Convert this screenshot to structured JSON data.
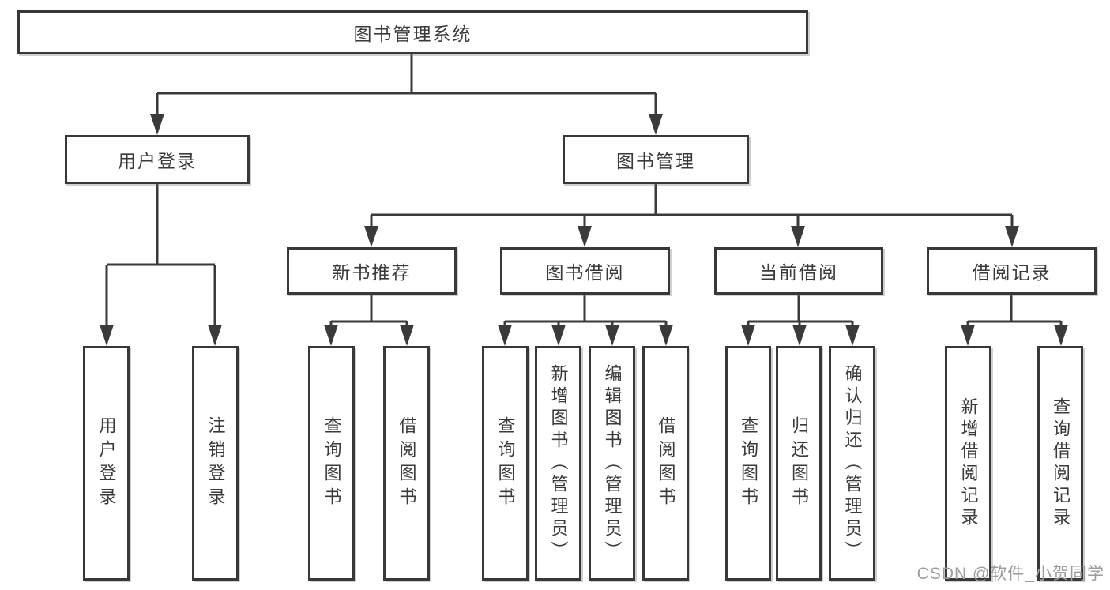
{
  "diagram_title": "图书管理系统",
  "colors": {
    "line": "#3a3a3a",
    "box_border": "#383838",
    "text": "#3a3a3a",
    "background": "#ffffff",
    "watermark": "#9c9c9c"
  },
  "nodes": {
    "root": "图书管理系统",
    "user_login": "用户登录",
    "book_mgmt": "图书管理",
    "new_book_rec": "新书推荐",
    "book_borrow": "图书借阅",
    "current_borrow": "当前借阅",
    "borrow_records": "借阅记录",
    "leaf_user_login": "用户登录",
    "leaf_logout": "注销登录",
    "leaf_nbr_query": "查询图书",
    "leaf_nbr_borrow": "借阅图书",
    "leaf_bb_query": "查询图书",
    "leaf_bb_add": "新增图书（管理员）",
    "leaf_bb_edit": "编辑图书（管理员）",
    "leaf_bb_borrow": "借阅图书",
    "leaf_cb_query": "查询图书",
    "leaf_cb_return": "归还图书",
    "leaf_cb_confirm": "确认归还（管理员）",
    "leaf_br_add": "新增借阅记录",
    "leaf_br_query": "查询借阅记录"
  },
  "tree": {
    "root": "图书管理系统",
    "children": [
      {
        "label": "用户登录",
        "children": [
          "用户登录",
          "注销登录"
        ]
      },
      {
        "label": "图书管理",
        "children": [
          {
            "label": "新书推荐",
            "children": [
              "查询图书",
              "借阅图书"
            ]
          },
          {
            "label": "图书借阅",
            "children": [
              "查询图书",
              "新增图书（管理员）",
              "编辑图书（管理员）",
              "借阅图书"
            ]
          },
          {
            "label": "当前借阅",
            "children": [
              "查询图书",
              "归还图书",
              "确认归还（管理员）"
            ]
          },
          {
            "label": "借阅记录",
            "children": [
              "新增借阅记录",
              "查询借阅记录"
            ]
          }
        ]
      }
    ]
  },
  "watermark": "CSDN @软件_小贺同学"
}
